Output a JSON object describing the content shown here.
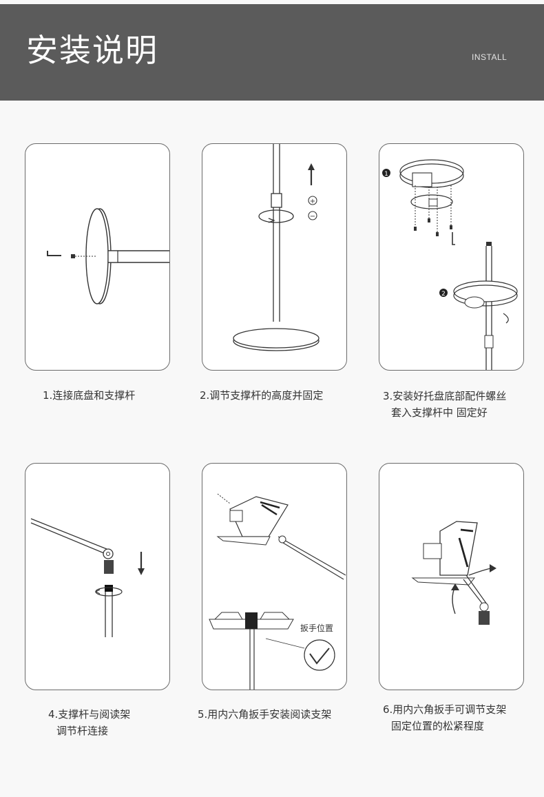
{
  "header": {
    "title": "安装说明",
    "subtitle": "INSTALL"
  },
  "steps": [
    {
      "lines": [
        "1.连接底盘和支撑杆"
      ]
    },
    {
      "lines": [
        "2.调节支撑杆的高度并固定"
      ]
    },
    {
      "lines": [
        "3.安装好托盘底部配件螺丝",
        "套入支撑杆中 固定好"
      ]
    },
    {
      "lines": [
        "4.支撑杆与阅读架",
        "调节杆连接"
      ]
    },
    {
      "lines": [
        "5.用内六角扳手安装阅读支架"
      ]
    },
    {
      "lines": [
        "6.用内六角扳手可调节支架",
        "固定位置的松紧程度"
      ]
    }
  ],
  "diagram_labels": {
    "plus": "+",
    "minus": "−",
    "marker_1": "1",
    "marker_2": "2",
    "wrench_position": "扳手位置"
  },
  "colors": {
    "header_bg": "#5b5b5b",
    "page_bg": "#f8f8f8",
    "card_border": "#6a6a6a",
    "line_art": "#333333"
  }
}
